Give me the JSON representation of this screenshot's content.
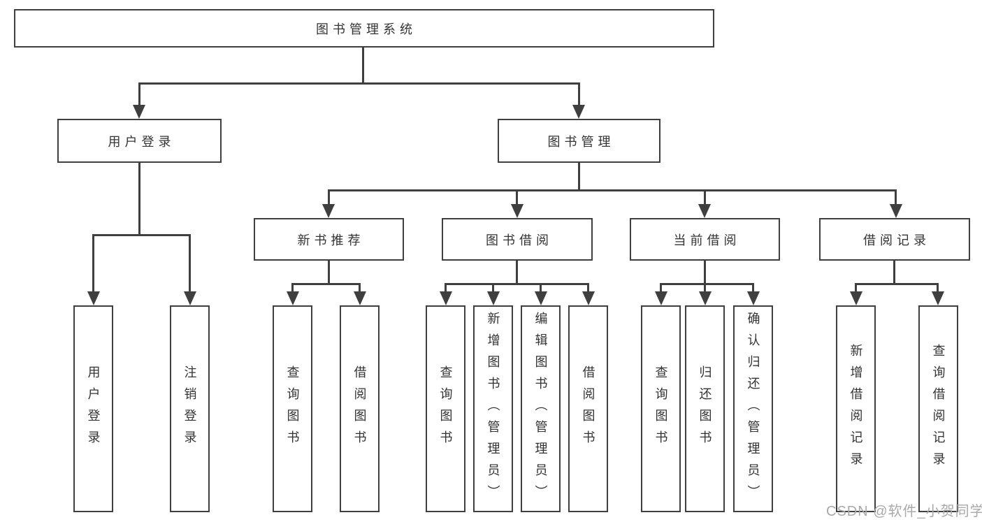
{
  "diagram": {
    "root": {
      "label": "图书管理系统"
    },
    "level2": [
      {
        "id": "user-login",
        "label": "用户登录"
      },
      {
        "id": "book-management",
        "label": "图书管理"
      }
    ],
    "level3": [
      {
        "id": "new-book-recommendation",
        "label": "新书推荐"
      },
      {
        "id": "book-borrowing",
        "label": "图书借阅"
      },
      {
        "id": "current-borrowing",
        "label": "当前借阅"
      },
      {
        "id": "borrowing-records",
        "label": "借阅记录"
      }
    ],
    "level4": [
      {
        "id": "user-login",
        "label": "用户登录"
      },
      {
        "id": "logout",
        "label": "注销登录"
      },
      {
        "id": "query-books-recommend",
        "label": "查询图书"
      },
      {
        "id": "borrow-books-recommend",
        "label": "借阅图书"
      },
      {
        "id": "query-books-borrow",
        "label": "查询图书"
      },
      {
        "id": "add-book-admin",
        "label": "新增图书（管理员）"
      },
      {
        "id": "edit-book-admin",
        "label": "编辑图书（管理员）"
      },
      {
        "id": "borrow-books-borrow",
        "label": "借阅图书"
      },
      {
        "id": "query-books-current",
        "label": "查询图书"
      },
      {
        "id": "return-books",
        "label": "归还图书"
      },
      {
        "id": "confirm-return-admin",
        "label": "确认归还（管理员）"
      },
      {
        "id": "add-borrow-record",
        "label": "新增借阅记录"
      },
      {
        "id": "query-borrow-record",
        "label": "查询借阅记录"
      }
    ],
    "colors": {
      "line": "#3f3f3f",
      "text": "#333333",
      "background": "#ffffff",
      "watermark": "#a9a9a9"
    }
  },
  "watermark": {
    "text": "CSDN @软件_小贺同学"
  }
}
